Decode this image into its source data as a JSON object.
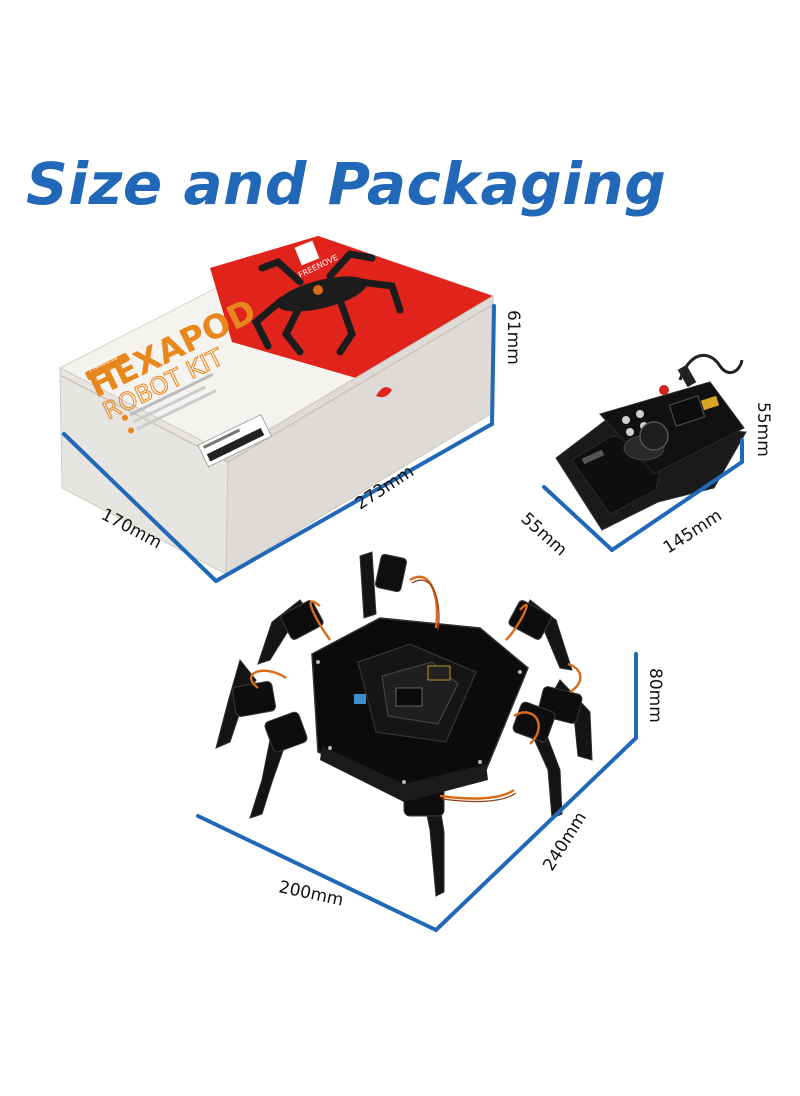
{
  "title": "Size and Packaging",
  "accent_color": "#2168b8",
  "box": {
    "brand": "FREENOVE",
    "line1": "HEXAPOD",
    "line2": "ROBOT KIT",
    "badge": "FNK0052",
    "dimensions": {
      "length": "273mm",
      "width": "170mm",
      "height": "61mm"
    }
  },
  "controller": {
    "dimensions": {
      "length": "145mm",
      "width": "55mm",
      "height": "55mm"
    }
  },
  "robot": {
    "dimensions": {
      "length": "240mm",
      "width": "200mm",
      "height": "80mm"
    }
  }
}
